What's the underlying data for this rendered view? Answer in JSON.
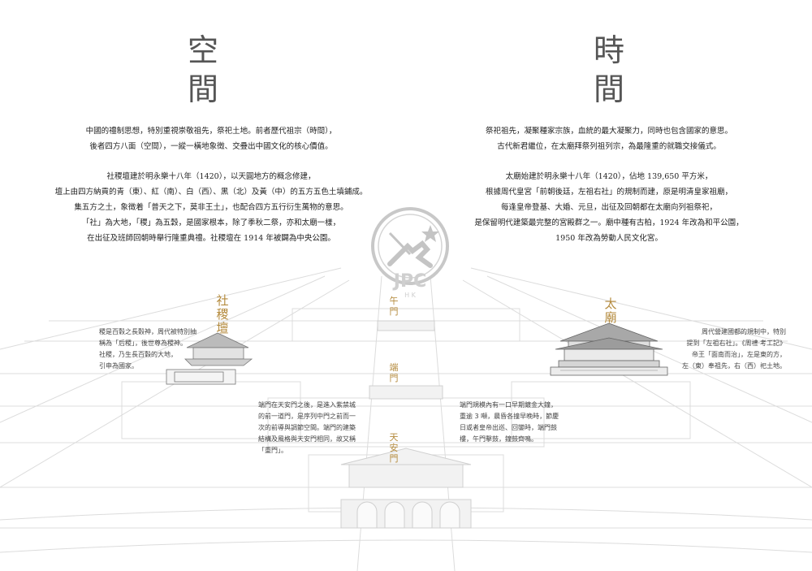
{
  "left": {
    "title_chars": [
      "空",
      "間"
    ],
    "intro": [
      "中國的禮制思想，特別重視崇敬祖先，祭祀土地。前者歷代祖宗（時間），",
      "後者四方八面（空間），一縱一橫地象徵、交疊出中國文化的核心價值。"
    ],
    "body": [
      "社稷壇建於明永樂十八年（1420），以天圓地方的概念修建，",
      "壇上由四方納貢的青（東）、紅（南）、白（西）、黑（北）及黃（中）的五方五色土填鋪成。",
      "集五方之土，象徵着「普天之下，莫非王土」，也配合四方五行衍生萬物的意思。",
      "「社」為大地，「稷」為五穀，是國家根本，除了季秋二祭，亦和太廟一樣，",
      "在出征及班師回朝時舉行隆重典禮。社稷壇在 1914 年被闢為中央公園。"
    ]
  },
  "right": {
    "title_chars": [
      "時",
      "間"
    ],
    "intro": [
      "祭祀祖先，凝聚種家宗族，血統的最大凝聚力，同時也包含國家的意思。",
      "古代新君繼位，在太廟拜祭列祖列宗，為最隆重的就職交接儀式。"
    ],
    "body": [
      "太廟始建於明永樂十八年（1420），佔地 139,650 平方米，",
      "根據周代皇宮「前朝後廷，左祖右社」的規制而建，原是明清皇家祖廟，",
      "每逢皇帝登基、大婚、元旦，出征及回朝都在太廟向列祖祭祀，",
      "是保留明代建築最完整的宮殿群之一。廟中種有古柏，1924 年改為和平公園，",
      "1950 年改為勞動人民文化宮。"
    ]
  },
  "labels": {
    "shejitan": [
      "社",
      "稷",
      "壇"
    ],
    "taimiao": [
      "太",
      "廟"
    ],
    "wumen": [
      "午",
      "門"
    ],
    "duanmen": [
      "端",
      "門"
    ],
    "tiananmen": [
      "天",
      "安",
      "門"
    ]
  },
  "captions": {
    "shejitan": [
      "稷是百穀之長穀神，周代被特別抽",
      "稱為「后稷」，後世尊為稷神。",
      "社稷，乃生長百穀的大地，",
      "引申為國家。"
    ],
    "taimiao": [
      "周代營建國都的規制中，特別",
      "提到「左祖右社」。《周禮·考工記》",
      "帝王「面南而治」，左是東的方，",
      "左（東）奉祖先，右（西）祀土地。"
    ],
    "duanmen": [
      "端門在天安門之後，是進入紫禁城",
      "的前一道門，是序列中門之前而一",
      "次的前導與調節空間。端門的建築",
      "結構及風格與天安門相同，故又稱",
      "「重門」。"
    ],
    "wumen": [
      "端門規模內有一口早期鍍金大鐘，",
      "重逾 3 噸，晨昏各撞早晚時，節慶",
      "日或者皇帝出巡、回鑾時，端門鼓",
      "樓，午門擊鼓，鐘鼓齊鳴。"
    ]
  },
  "watermark": {
    "line1": "JPC",
    "line2": "H K"
  },
  "colors": {
    "gold": "#b48a3c",
    "title_gray": "#555555",
    "line_gray": "#d9d9d9"
  }
}
